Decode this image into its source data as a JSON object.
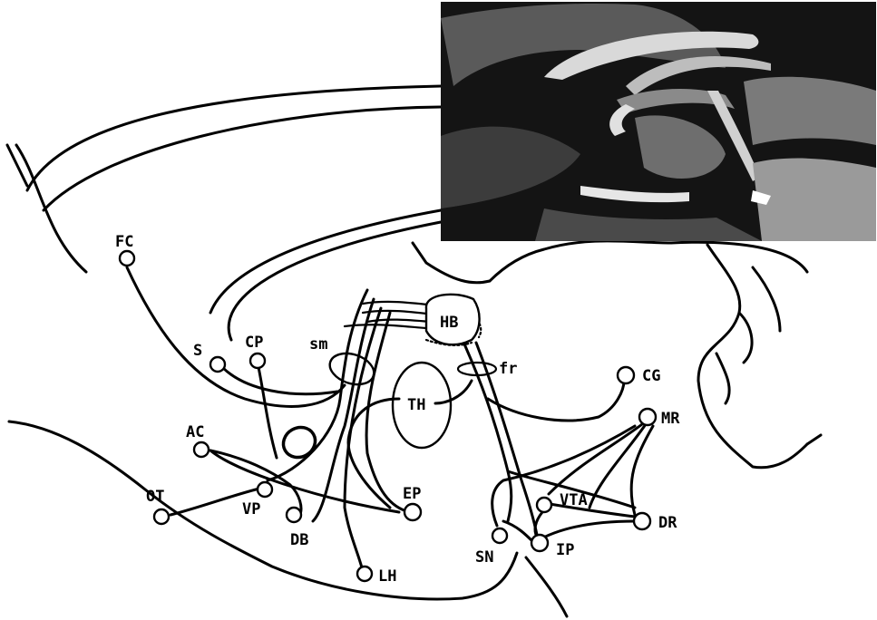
{
  "figure": {
    "nodes": [
      {
        "id": "FC",
        "label": "FC"
      },
      {
        "id": "S",
        "label": "S"
      },
      {
        "id": "CP",
        "label": "CP"
      },
      {
        "id": "AC",
        "label": "AC"
      },
      {
        "id": "OT",
        "label": "OT"
      },
      {
        "id": "VP",
        "label": "VP"
      },
      {
        "id": "DB",
        "label": "DB"
      },
      {
        "id": "LH",
        "label": "LH"
      },
      {
        "id": "EP",
        "label": "EP"
      },
      {
        "id": "CG",
        "label": "CG"
      },
      {
        "id": "MR",
        "label": "MR"
      },
      {
        "id": "VTA",
        "label": "VTA"
      },
      {
        "id": "DR",
        "label": "DR"
      },
      {
        "id": "SN",
        "label": "SN"
      },
      {
        "id": "IP",
        "label": "IP"
      }
    ],
    "regions": [
      {
        "id": "HB",
        "label": "HB"
      },
      {
        "id": "TH",
        "label": "TH"
      }
    ],
    "tracts": [
      {
        "id": "sm",
        "label": "sm"
      },
      {
        "id": "fr",
        "label": "fr"
      }
    ],
    "colors": {
      "ink": "#000000",
      "paper": "#ffffff",
      "photo_dark": "#141414",
      "photo_light": "#d9d9d9"
    }
  }
}
